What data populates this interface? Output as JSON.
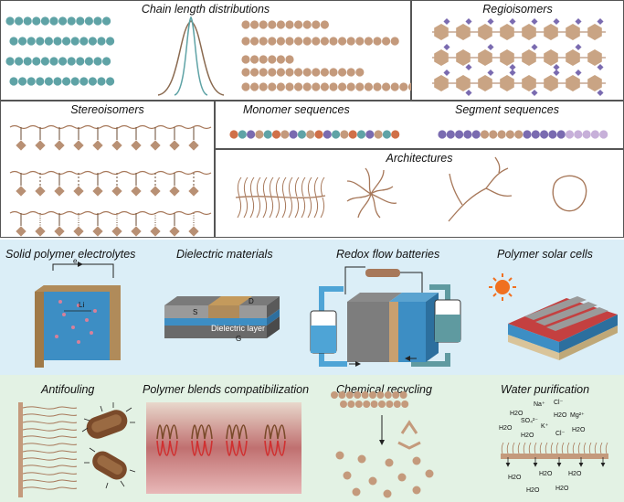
{
  "panels": {
    "chain_length": "Chain length distributions",
    "regioisomers": "Regioisomers",
    "stereoisomers": "Stereoisomers",
    "monomer_sequences": "Monomer sequences",
    "segment_sequences": "Segment sequences",
    "architectures": "Architectures"
  },
  "applications": {
    "solid_polymer": "Solid polymer electrolytes",
    "dielectric": "Dielectric materials",
    "redox_flow": "Redox flow batteries",
    "solar_cells": "Polymer solar cells",
    "antifouling": "Antifouling",
    "blends": "Polymer blends compatibilization",
    "recycling": "Chemical recycling",
    "water": "Water purification"
  },
  "diagram_labels": {
    "electron": "e",
    "lithium": "Li",
    "source": "S",
    "drain": "D",
    "gate": "G",
    "dielectric_layer": "Dielectric layer"
  },
  "ions": {
    "h2o": "H2O",
    "na": "Na⁺",
    "cl_top": "Cl⁻",
    "so4": "SO₄²⁻",
    "mg": "Mg²⁺",
    "k": "K⁺",
    "cl_mid": "Cl⁻"
  },
  "colors": {
    "teal_bead": "#5fa3a6",
    "tan_bead": "#c49a7c",
    "purple_bead": "#7a6bb0",
    "orange_bead": "#d07048",
    "chain": "#a7785a",
    "light_blue_bg": "#dbeef7",
    "light_green_bg": "#e3f2e4"
  }
}
